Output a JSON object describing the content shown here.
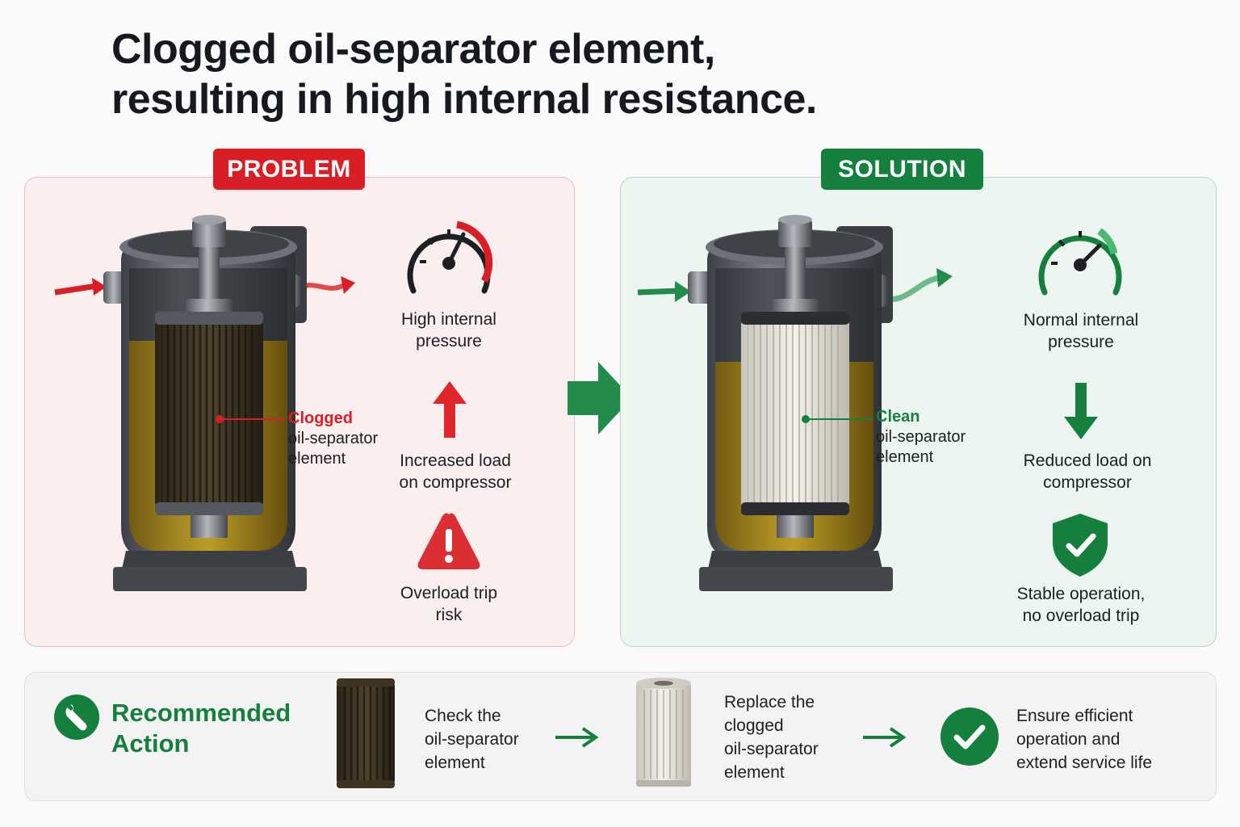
{
  "title": {
    "line1": "Clogged oil-separator element,",
    "line2": "resulting in high internal resistance."
  },
  "problem": {
    "badge": "PROBLEM",
    "callout": {
      "line1": "Clogged",
      "line2": "oil-separator",
      "line3": "element"
    },
    "pressure": {
      "line1": "High internal",
      "line2": "pressure",
      "icon": "gauge-high-icon"
    },
    "load": {
      "line1": "Increased load",
      "line2": "on compressor",
      "icon": "arrow-up-icon"
    },
    "risk": {
      "line1": "Overload trip",
      "line2": "risk",
      "icon": "warning-icon"
    }
  },
  "solution": {
    "badge": "SOLUTION",
    "callout": {
      "line1": "Clean",
      "line2": "oil-separator",
      "line3": "element"
    },
    "pressure": {
      "line1": "Normal internal",
      "line2": "pressure",
      "icon": "gauge-normal-icon"
    },
    "load": {
      "line1": "Reduced load on",
      "line2": "compressor",
      "icon": "arrow-down-icon"
    },
    "stable": {
      "line1": "Stable operation,",
      "line2": "no overload trip",
      "icon": "shield-check-icon"
    }
  },
  "recommended": {
    "title_line1": "Recommended",
    "title_line2": "Action",
    "icon": "wrench-icon",
    "steps": [
      {
        "line1": "Check the",
        "line2": "oil-separator",
        "line3": "element"
      },
      {
        "line1": "Replace the",
        "line2": "clogged",
        "line3": "oil-separator",
        "line4": "element"
      },
      {
        "line1": "Ensure efficient",
        "line2": "operation and",
        "line3": "extend service life"
      }
    ]
  },
  "colors": {
    "problem_red": "#d81f26",
    "solution_green": "#15803d",
    "oil": "#b08d10",
    "metal": "#5b5f66"
  }
}
